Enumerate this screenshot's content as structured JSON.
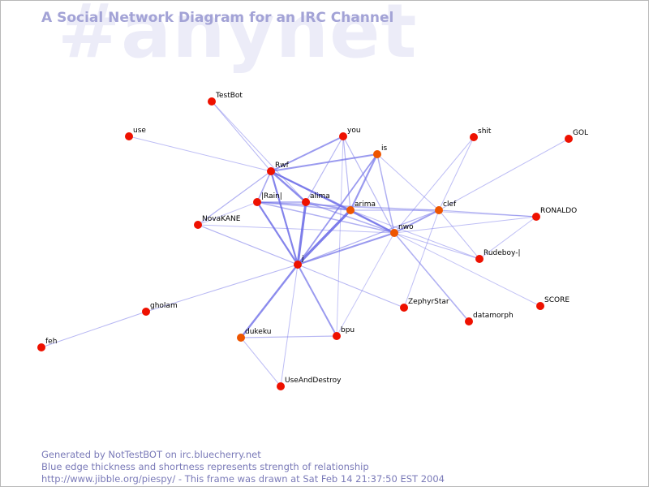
{
  "watermark": "#anynet",
  "title": "A Social Network Diagram for an IRC Channel",
  "footer": {
    "line1": "Generated by NotTestBOT on irc.bluecherry.net",
    "line2": "Blue edge thickness and shortness represents strength of relationship",
    "line3": "http://www.jibble.org/piespy/ - This frame was drawn at Sat Feb 14 21:37:50 EST 2004"
  },
  "colors": {
    "node": "#ee1100",
    "node_alt": "#ee5500",
    "edge": "#6f6fe8",
    "title": "#a3a3d6",
    "watermark": "#ececf8"
  },
  "nodes": [
    {
      "id": "TestBot",
      "label": "TestBot"
    },
    {
      "id": "use",
      "label": "use"
    },
    {
      "id": "you",
      "label": "you"
    },
    {
      "id": "shit",
      "label": "shit"
    },
    {
      "id": "GOL",
      "label": "GOL"
    },
    {
      "id": "is",
      "label": "is"
    },
    {
      "id": "Rwf",
      "label": "Rwf"
    },
    {
      "id": "Rain",
      "label": "|Rain|"
    },
    {
      "id": "alima",
      "label": "alima"
    },
    {
      "id": "arima",
      "label": "arima"
    },
    {
      "id": "clef",
      "label": "clef"
    },
    {
      "id": "RONALDO",
      "label": "RONALDO"
    },
    {
      "id": "NovaKANE",
      "label": "NovaKANE"
    },
    {
      "id": "nwo",
      "label": "nwo"
    },
    {
      "id": "Rudeboy",
      "label": "Rudeboy-|"
    },
    {
      "id": "j",
      "label": "j"
    },
    {
      "id": "ZephyrStar",
      "label": "ZephyrStar"
    },
    {
      "id": "SCORE",
      "label": "SCORE"
    },
    {
      "id": "gholam",
      "label": "gholam"
    },
    {
      "id": "datamorph",
      "label": "datamorph"
    },
    {
      "id": "dukeku",
      "label": "dukeku"
    },
    {
      "id": "bpu",
      "label": "bpu"
    },
    {
      "id": "feh",
      "label": "feh"
    },
    {
      "id": "UseAndDestroy",
      "label": "UseAndDestroy"
    }
  ]
}
